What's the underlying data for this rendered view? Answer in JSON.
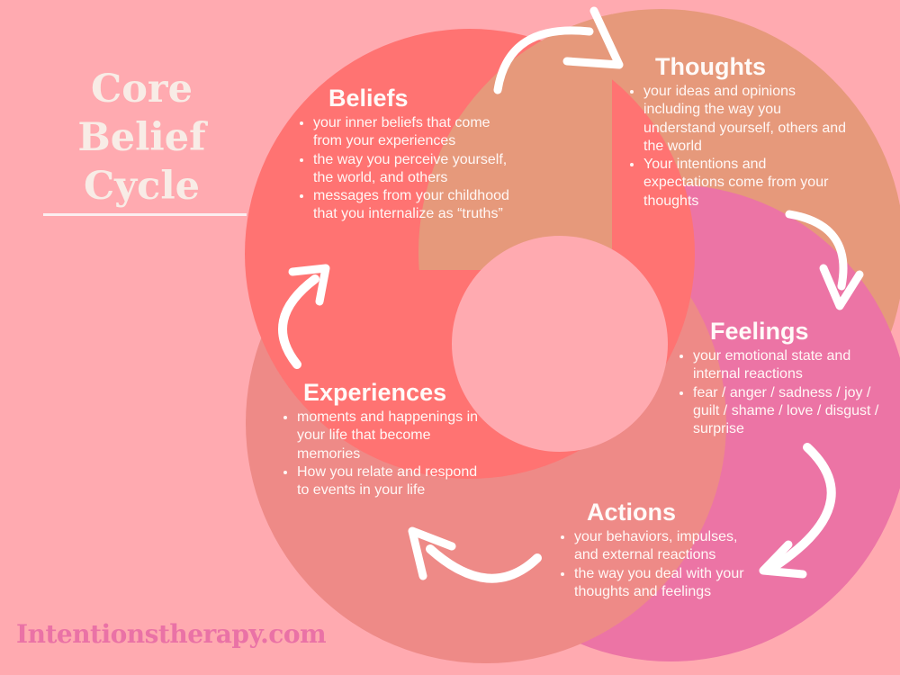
{
  "title": {
    "line1": "Core",
    "line2": "Belief",
    "line3": "Cycle"
  },
  "website": "Intentionstherapy.com",
  "colors": {
    "background": "#ffaab0",
    "beliefs": "#ff7372",
    "thoughts": "#e6997b",
    "feelings": "#ec74a5",
    "experiences": "#ee8a87",
    "text": "#ffffff"
  },
  "stages": {
    "beliefs": {
      "heading": "Beliefs",
      "bullets": [
        "your inner beliefs that come from your experiences",
        "the way you perceive yourself, the world, and others",
        "messages from your childhood that you internalize as “truths”"
      ]
    },
    "thoughts": {
      "heading": "Thoughts",
      "bullets": [
        "your ideas and opinions including the way you understand yourself, others and the world",
        "Your intentions and expectations come from your thoughts"
      ]
    },
    "feelings": {
      "heading": "Feelings",
      "bullets": [
        "your emotional state and internal reactions",
        "fear / anger / sadness / joy / guilt / shame / love / disgust /  surprise"
      ]
    },
    "actions": {
      "heading": "Actions",
      "bullets": [
        "your behaviors, impulses, and external reactions",
        "the way you deal with your thoughts and feelings"
      ]
    },
    "experiences": {
      "heading": "Experiences",
      "bullets": [
        "moments and happenings in your life that become memories",
        "How you relate and respond to events in your life"
      ]
    }
  }
}
